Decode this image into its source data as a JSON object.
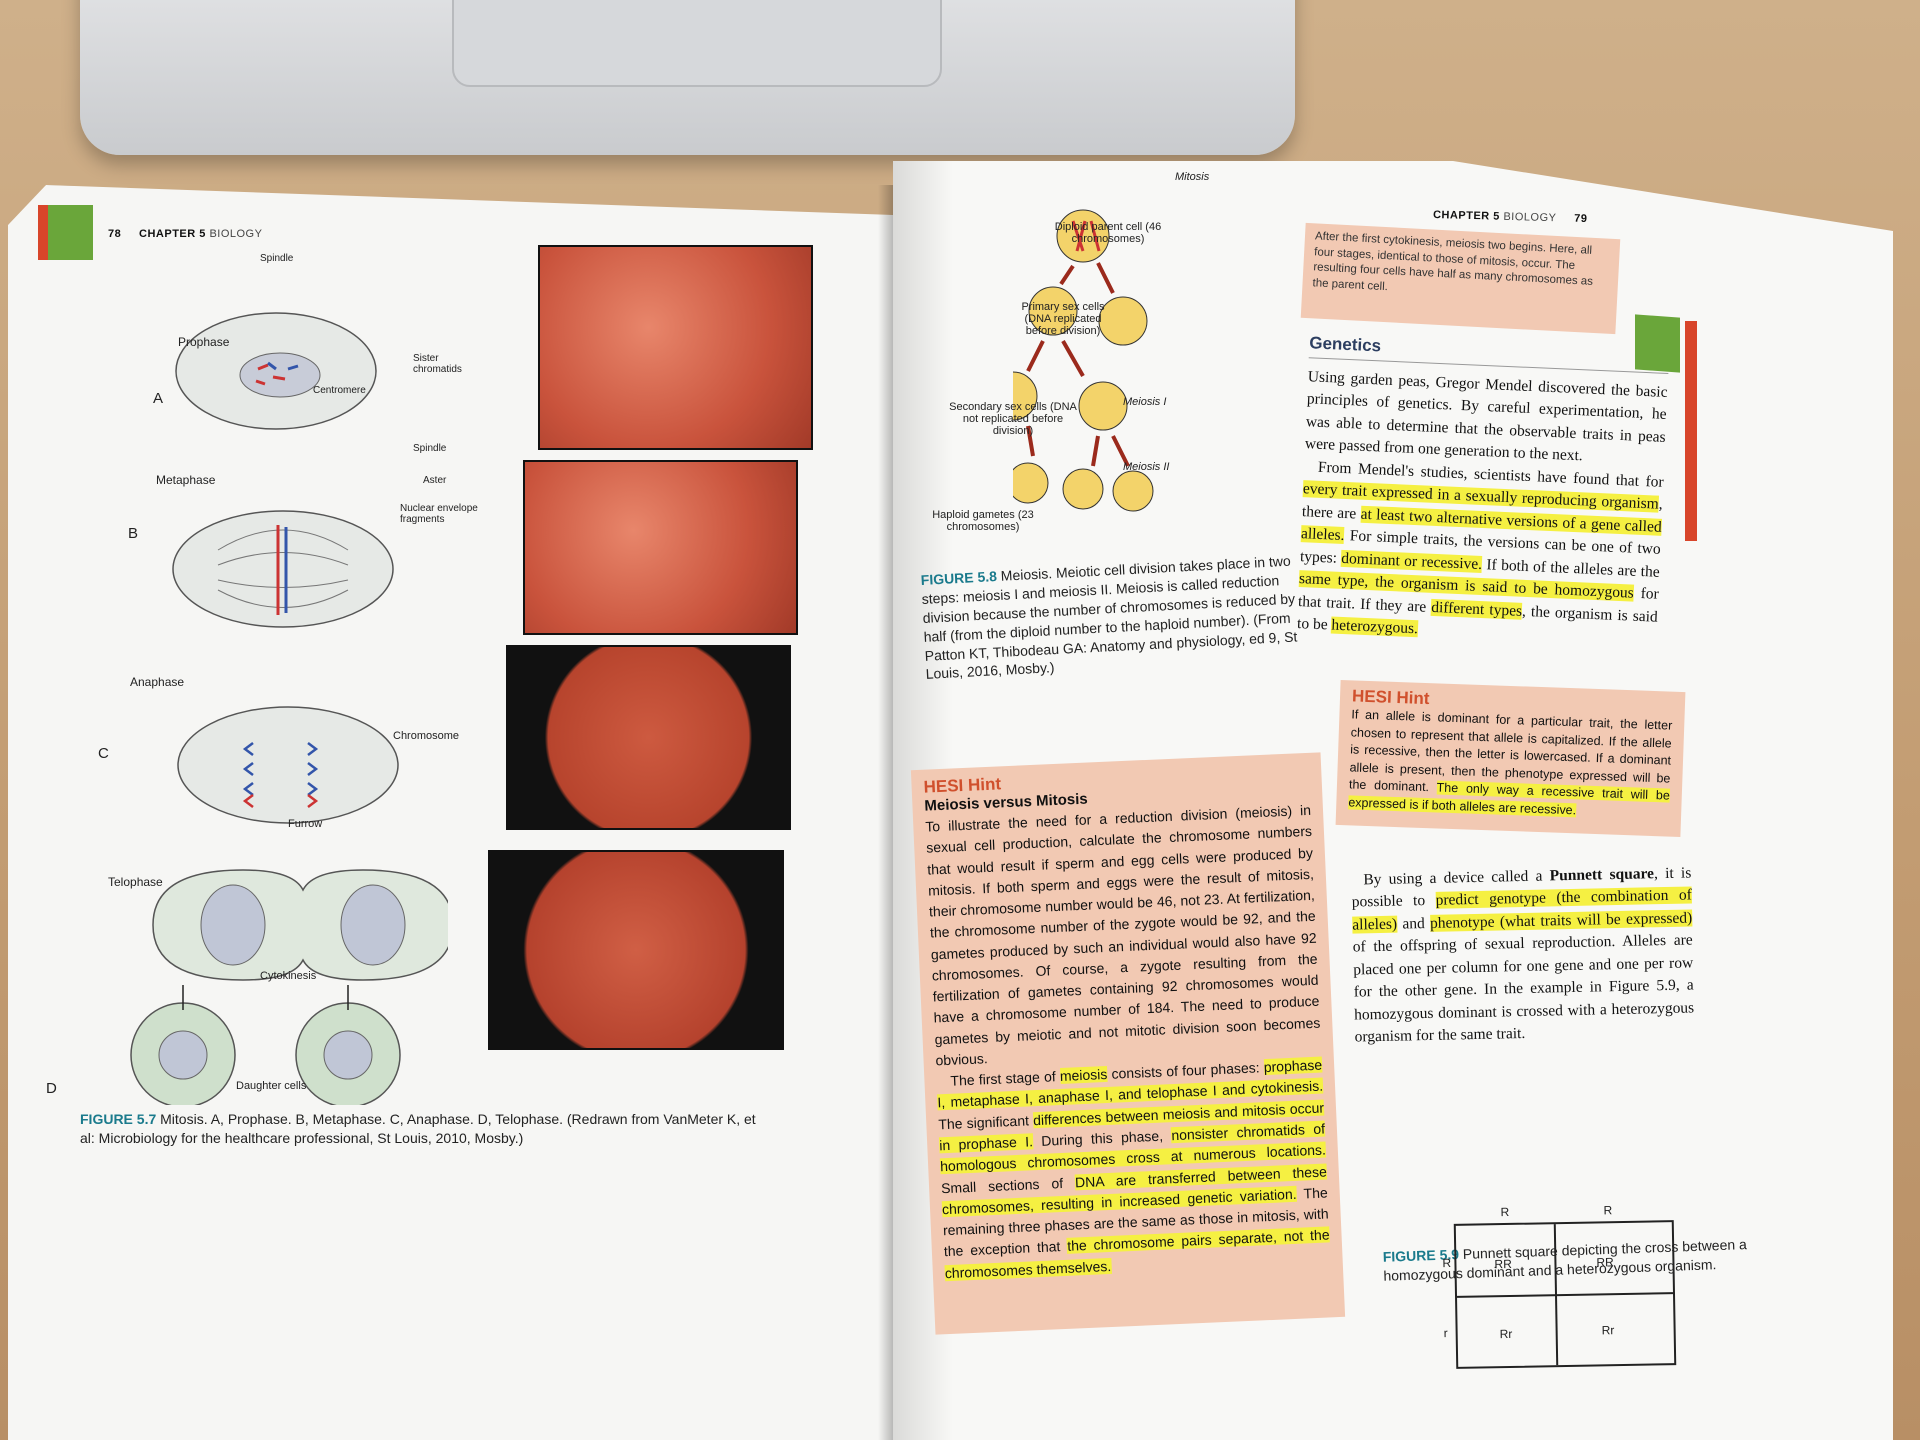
{
  "left_page": {
    "page_number": "78",
    "chapter": "CHAPTER 5",
    "subject": "BIOLOGY",
    "phases": {
      "prophase": "Prophase",
      "metaphase": "Metaphase",
      "anaphase": "Anaphase",
      "telophase": "Telophase"
    },
    "panel_letters": [
      "A",
      "B",
      "C",
      "D"
    ],
    "labels": {
      "spindle": "Spindle",
      "sister_chromatids": "Sister chromatids",
      "centromere": "Centromere",
      "spindle2": "Spindle",
      "aster": "Aster",
      "nuclear_envelope": "Nuclear envelope fragments",
      "chromosome": "Chromosome",
      "furrow": "Furrow",
      "cytokinesis": "Cytokinesis",
      "daughter_cells": "Daughter cells"
    },
    "figure_caption_label": "FIGURE 5.7",
    "figure_caption_text": "Mitosis. A, Prophase. B, Metaphase. C, Anaphase. D, Telophase. (Redrawn from VanMeter K, et al: Microbiology for the healthcare professional, St Louis, 2010, Mosby.)"
  },
  "right_page": {
    "page_number": "79",
    "chapter": "CHAPTER 5",
    "subject": "BIOLOGY",
    "diagram": {
      "mitosis": "Mitosis",
      "diploid": "Diploid parent cell (46 chromosomes)",
      "primary": "Primary sex cells (DNA replicated before division)",
      "secondary": "Secondary sex cells (DNA not replicated before division)",
      "meiosis1": "Meiosis I",
      "meiosis2": "Meiosis II",
      "haploid": "Haploid gametes (23 chromosomes)"
    },
    "fig58_label": "FIGURE 5.8",
    "fig58_text": "Meiosis. Meiotic cell division takes place in two steps: meiosis I and meiosis II. Meiosis is called reduction division because the number of chromosomes is reduced by half (from the diploid number to the haploid number). (From Patton KT, Thibodeau GA: Anatomy and physiology, ed 9, St Louis, 2016, Mosby.)",
    "top_box": "After the first cytokinesis, meiosis two begins. Here, all four stages, identical to those of mitosis, occur. The resulting four cells have half as many chromosomes as the parent cell.",
    "genetics_heading": "Genetics",
    "genetics_p1": "Using garden peas, Gregor Mendel discovered the basic principles of genetics. By careful experimentation, he was able to determine that the observable traits in peas were passed from one generation to the next.",
    "genetics_p2_a": "From Mendel's studies, scientists have found that for ",
    "genetics_p2_h1": "every trait expressed in a sexually reproducing organism",
    "genetics_p2_b": ", there are ",
    "genetics_p2_h2": "at least two alternative versions of a gene called alleles.",
    "genetics_p2_c": " For simple traits, the versions can be one of two types: ",
    "genetics_p2_h3": "dominant or recessive.",
    "genetics_p2_d": " If both of the alleles are the ",
    "genetics_p2_h4": "same type, the organism is said to be homozygous",
    "genetics_p2_e": " for that trait. If they are ",
    "genetics_p2_h5": "different types",
    "genetics_p2_f": ", the organism is said to be ",
    "genetics_p2_h6": "heterozygous.",
    "hint1_title": "HESI Hint",
    "hint1_subtitle": "Meiosis versus Mitosis",
    "hint1_p1": "To illustrate the need for a reduction division (meiosis) in sexual cell production, calculate the chromosome numbers that would result if sperm and egg cells were produced by mitosis. If both sperm and eggs were the result of mitosis, their chromosome number would be 46, not 23. At fertilization, the chromosome number of the zygote would be 92, and the gametes produced by such an individual would also have 92 chromosomes. Of course, a zygote resulting from the fertilization of gametes containing 92 chromosomes would have a chromosome number of 184. The need to produce gametes by meiotic and not mitotic division soon becomes obvious.",
    "hint1_p2_a": "The first stage of ",
    "hint1_p2_h1": "meiosis",
    "hint1_p2_b": " consists of four phases: ",
    "hint1_p2_h2": "prophase I, metaphase I, anaphase I, and telophase I and cytokinesis.",
    "hint1_p2_c": " The significant ",
    "hint1_p2_h3": "differences between meiosis and mitosis occur in prophase I.",
    "hint1_p2_d": " During this phase, ",
    "hint1_p2_h4": "nonsister chromatids of homologous chromosomes cross at numerous locations.",
    "hint1_p2_e": " Small sections of ",
    "hint1_p2_h5": "DNA are transferred between these chromosomes, resulting in increased genetic variation.",
    "hint1_p2_f": " The remaining three phases are the same as those in mitosis, with the exception that ",
    "hint1_p2_h6": "the chromosome pairs separate, not the chromosomes themselves.",
    "hint2_title": "HESI Hint",
    "hint2_a": "If an allele is dominant for a particular trait, the letter chosen to represent that allele is capitalized. If the allele is recessive, then the letter is lowercased. If a dominant allele is present, then the phenotype expressed will be the dominant. ",
    "hint2_h": "The only way a recessive trait will be expressed is if both alleles are recessive.",
    "punnett_p_a": "By using a device called a ",
    "punnett_p_b": "Punnett square",
    "punnett_p_c": ", it is possible to ",
    "punnett_p_h1": "predict genotype (the combination of alleles)",
    "punnett_p_d": " and ",
    "punnett_p_h2": "phenotype (what traits will be expressed)",
    "punnett_p_e": " of the offspring of sexual reproduction. Alleles are placed one per column for one gene and one per row for the other gene. In the example in Figure 5.9, a homozygous dominant is crossed with a heterozygous organism for the same trait.",
    "punnett": {
      "col1": "R",
      "col2": "R",
      "row1": "R",
      "row2": "r",
      "c11": "RR",
      "c12": "RR",
      "c21": "Rr",
      "c22": "Rr"
    },
    "fig59_label": "FIGURE 5.9",
    "fig59_text": "Punnett square depicting the cross between a homozygous dominant and a heterozygous organism."
  },
  "colors": {
    "green_tab": "#6aa63a",
    "red_tab": "#d8452a",
    "highlight": "#f5f042",
    "hint_box": "#f2c9b3",
    "figure_label": "#1a7a8c"
  }
}
